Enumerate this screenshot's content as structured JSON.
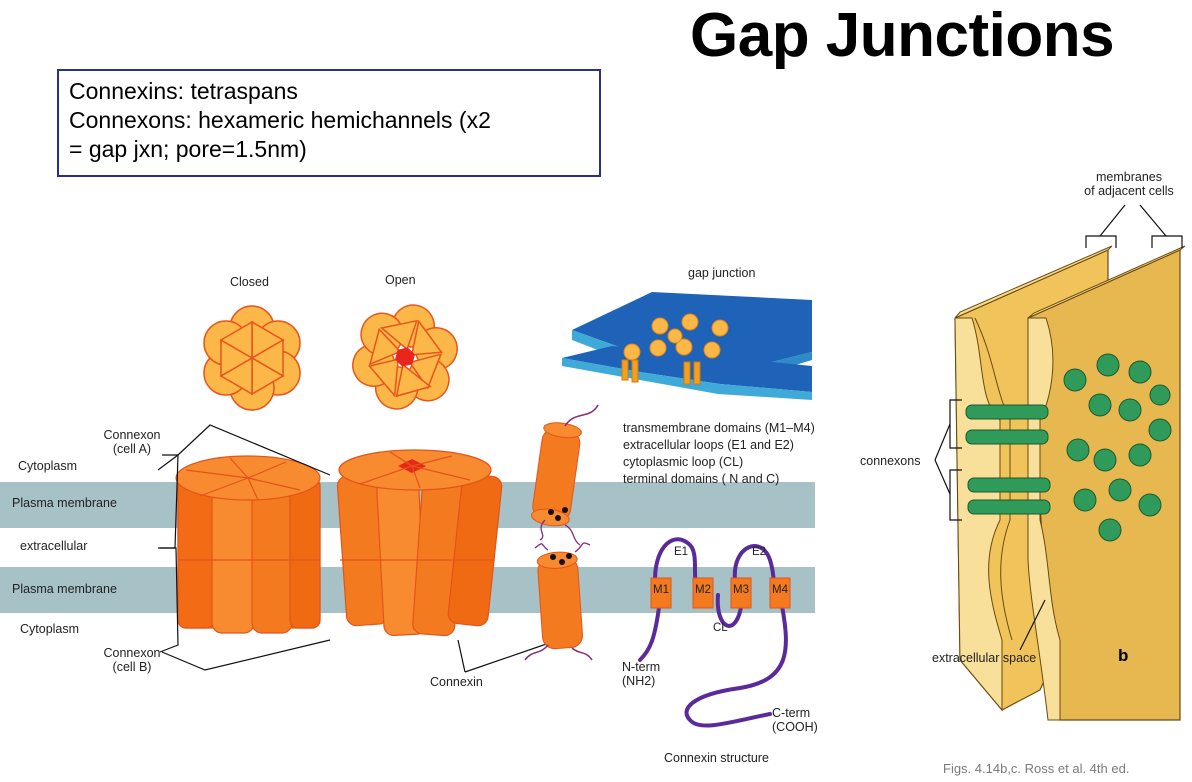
{
  "title": "Gap Junctions",
  "note": {
    "line1": "Connexins: tetraspans",
    "line2": "Connexons: hexameric hemichannels (x2",
    "line3": "= gap jxn; pore=1.5nm)"
  },
  "labels": {
    "closed": "Closed",
    "open": "Open",
    "gap_junction": "gap junction",
    "connexon_a_1": "Connexon",
    "connexon_a_2": "(cell A)",
    "cytoplasm_top": "Cytoplasm",
    "plasma_membrane_top": "Plasma membrane",
    "extracellular": "extracellular",
    "plasma_membrane_bottom": "Plasma membrane",
    "cytoplasm_bottom": "Cytoplasm",
    "connexon_b_1": "Connexon",
    "connexon_b_2": "(cell B)",
    "connexin": "Connexin",
    "legend_1": "transmembrane domains (M1–M4)",
    "legend_2": "extracellular loops (E1 and E2)",
    "legend_3": "cytoplasmic loop (CL)",
    "legend_4": "terminal domains ( N and C)",
    "e1": "E1",
    "e2": "E2",
    "m1": "M1",
    "m2": "M2",
    "m3": "M3",
    "m4": "M4",
    "cl": "CL",
    "nterm_1": "N-term",
    "nterm_2": "(NH2)",
    "cterm_1": "C-term",
    "cterm_2": "(COOH)",
    "connexin_structure": "Connexin structure",
    "membranes_1": "membranes",
    "membranes_2": "of adjacent cells",
    "connexons": "connexons",
    "extracellular_space": "extracellular space",
    "panel_b": "b"
  },
  "caption": "Figs. 4.14b,c.  Ross et al. 4th ed.",
  "colors": {
    "orange": "#f47a20",
    "orange_light": "#fbb848",
    "membrane": "#a6c2c6",
    "blue": "#1f63b8",
    "purple": "#5a2a9a",
    "green": "#2f9a5a",
    "tan": "#e8b850"
  }
}
